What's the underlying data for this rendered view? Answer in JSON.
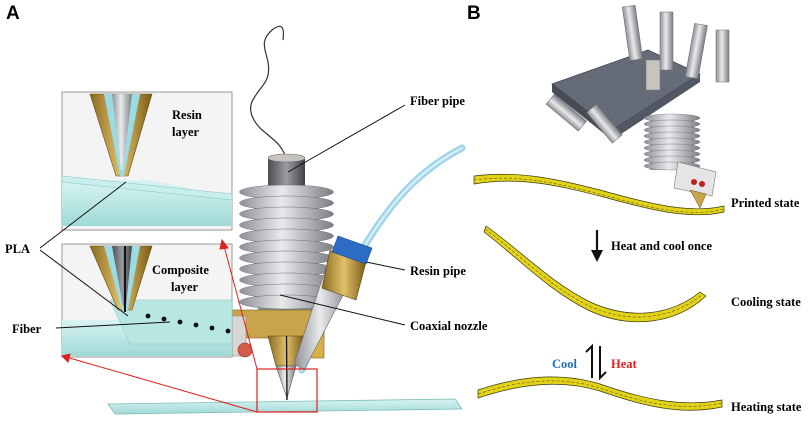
{
  "panels": {
    "a": "A",
    "b": "B"
  },
  "panel_a": {
    "inset_top": {
      "label_line1": "Resin",
      "label_line2": "layer"
    },
    "inset_bottom": {
      "label_line1": "Composite",
      "label_line2": "layer"
    },
    "labels": {
      "pla": "PLA",
      "fiber": "Fiber",
      "fiber_pipe": "Fiber pipe",
      "resin_pipe": "Resin pipe",
      "coaxial_nozzle": "Coaxial nozzle"
    }
  },
  "panel_b": {
    "states": {
      "printed": "Printed state",
      "cooling": "Cooling state",
      "heating": "Heating state"
    },
    "process": {
      "heat_cool_once": "Heat and cool once",
      "cool": "Cool",
      "heat": "Heat"
    }
  },
  "colors": {
    "strip_yellow": "#e3d21a",
    "strip_dark": "#3a3a10",
    "plate_cyan": "#bde9e6",
    "metal": "#b9bcc0",
    "resin_tube": "#a9dcef",
    "highlight_red": "#e02020",
    "cool_blue": "#1f6fc5"
  }
}
